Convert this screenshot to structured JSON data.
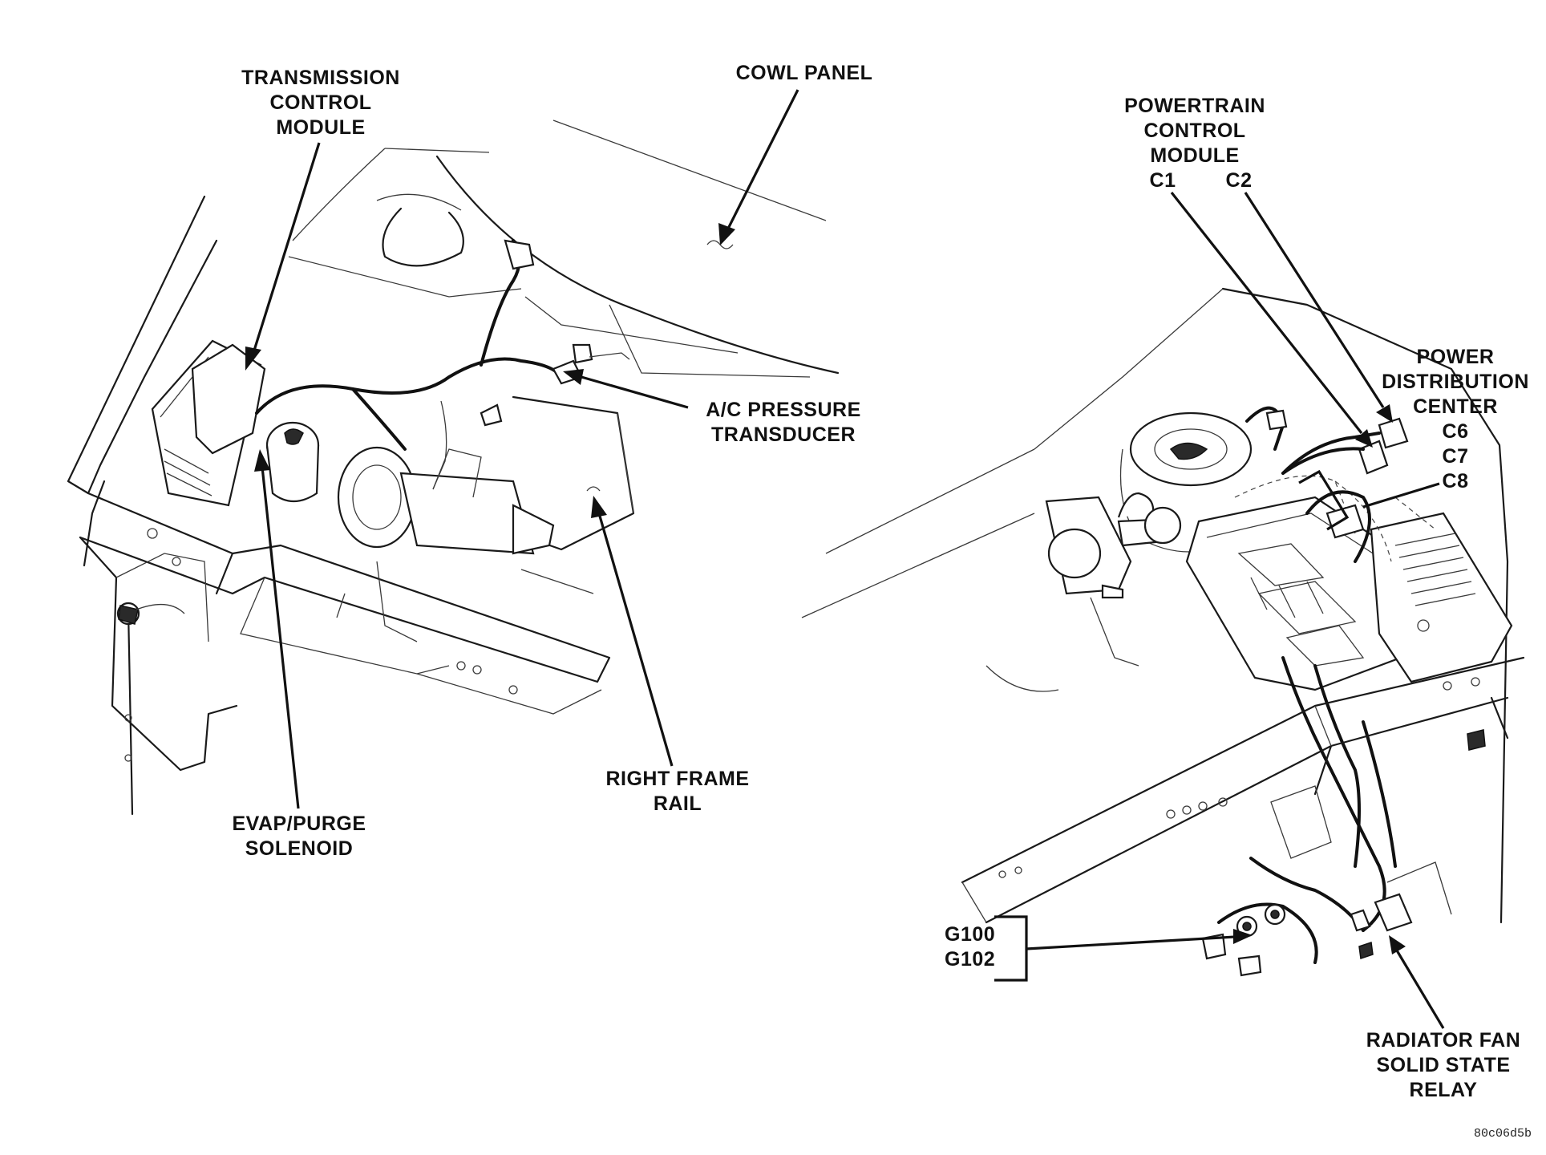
{
  "labels": {
    "tcm": [
      "TRANSMISSION",
      "CONTROL",
      "MODULE"
    ],
    "cowl": [
      "COWL PANEL"
    ],
    "pcm": [
      "POWERTRAIN",
      "CONTROL",
      "MODULE"
    ],
    "pcm_c1": "C1",
    "pcm_c2": "C2",
    "ac": [
      "A/C PRESSURE",
      "TRANSDUCER"
    ],
    "pdc": [
      "POWER",
      "DISTRIBUTION",
      "CENTER",
      "C6",
      "C7",
      "C8"
    ],
    "evap": [
      "EVAP/PURGE",
      "SOLENOID"
    ],
    "frame": [
      "RIGHT FRAME",
      "RAIL"
    ],
    "ground": [
      "G100",
      "G102"
    ],
    "fan": [
      "RADIATOR FAN",
      "SOLID STATE",
      "RELAY"
    ]
  },
  "figure_code": "80c06d5b",
  "colors": {
    "ink": "#111111",
    "paper": "#ffffff"
  }
}
